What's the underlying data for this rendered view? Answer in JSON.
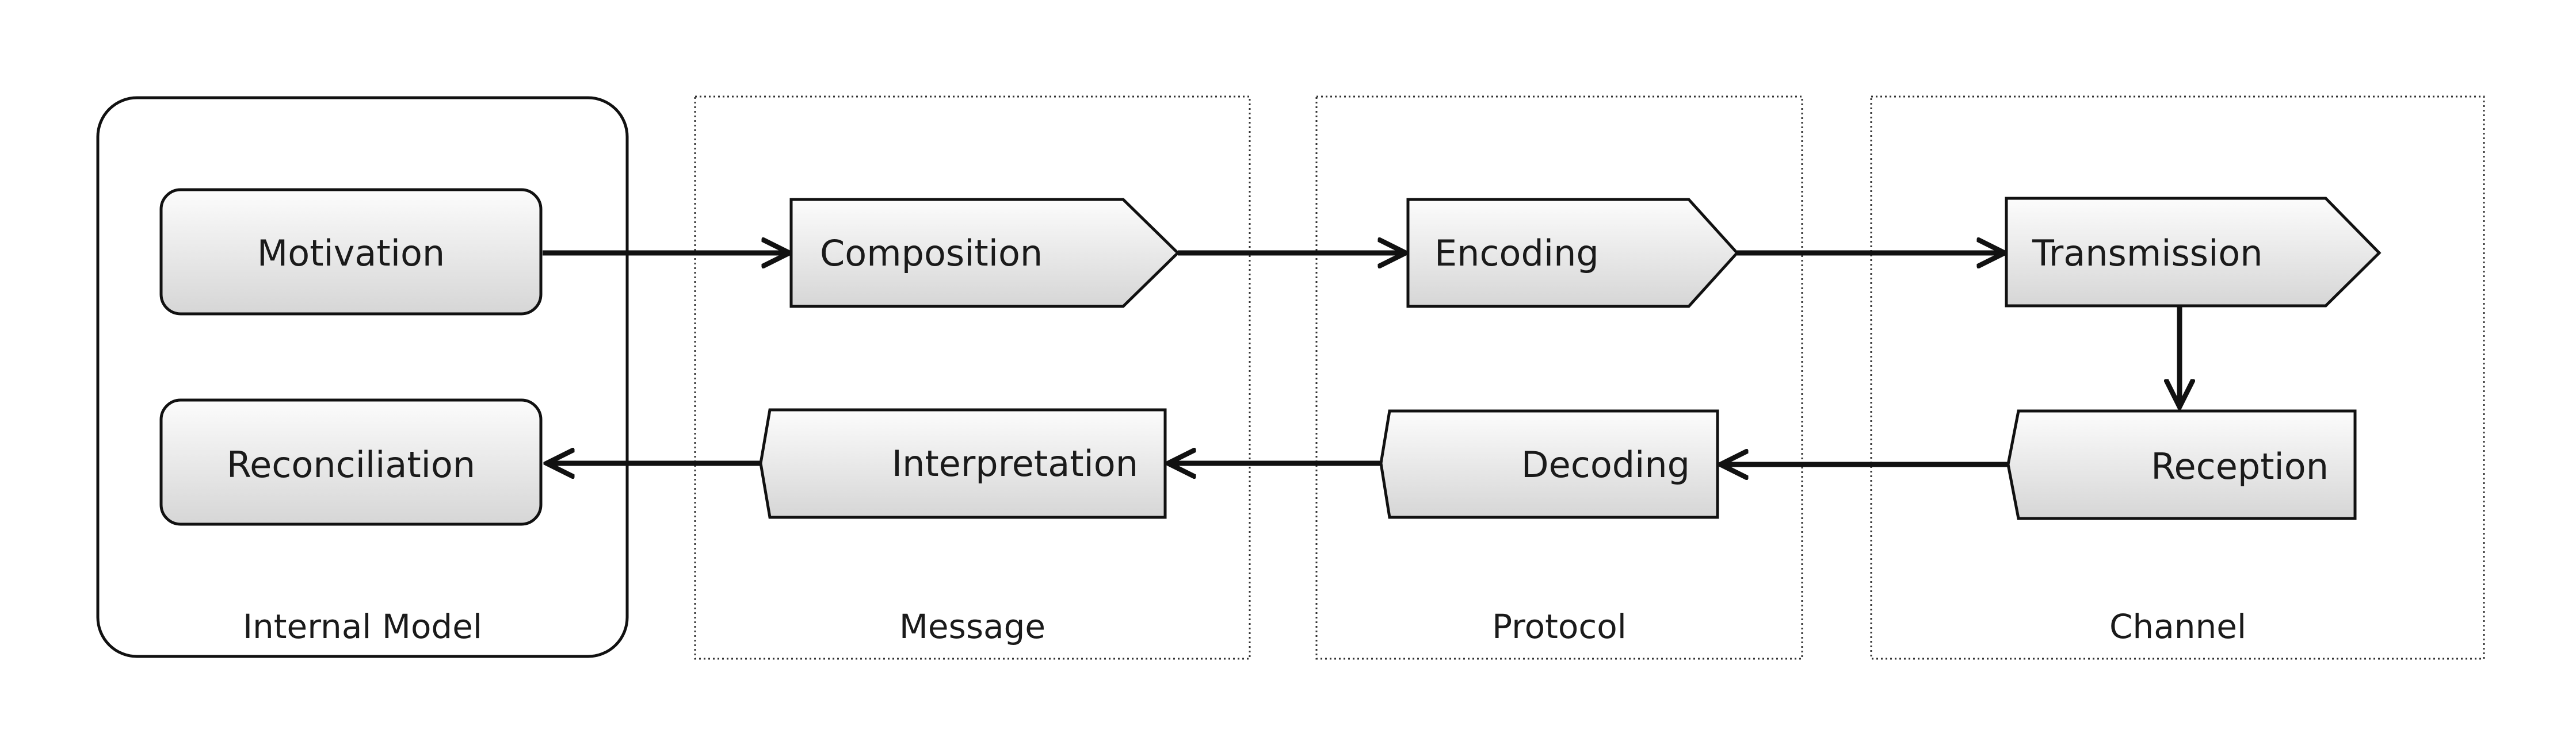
{
  "groups": {
    "internal_model": "Internal Model",
    "message": "Message",
    "protocol": "Protocol",
    "channel": "Channel"
  },
  "nodes": {
    "motivation": "Motivation",
    "reconciliation": "Reconciliation",
    "composition": "Composition",
    "interpretation": "Interpretation",
    "encoding": "Encoding",
    "decoding": "Decoding",
    "transmission": "Transmission",
    "reception": "Reception"
  },
  "edges": [
    {
      "from": "Motivation",
      "to": "Composition"
    },
    {
      "from": "Composition",
      "to": "Encoding"
    },
    {
      "from": "Encoding",
      "to": "Transmission"
    },
    {
      "from": "Transmission",
      "to": "Reception"
    },
    {
      "from": "Reception",
      "to": "Decoding"
    },
    {
      "from": "Decoding",
      "to": "Interpretation"
    },
    {
      "from": "Interpretation",
      "to": "Reconciliation"
    }
  ]
}
